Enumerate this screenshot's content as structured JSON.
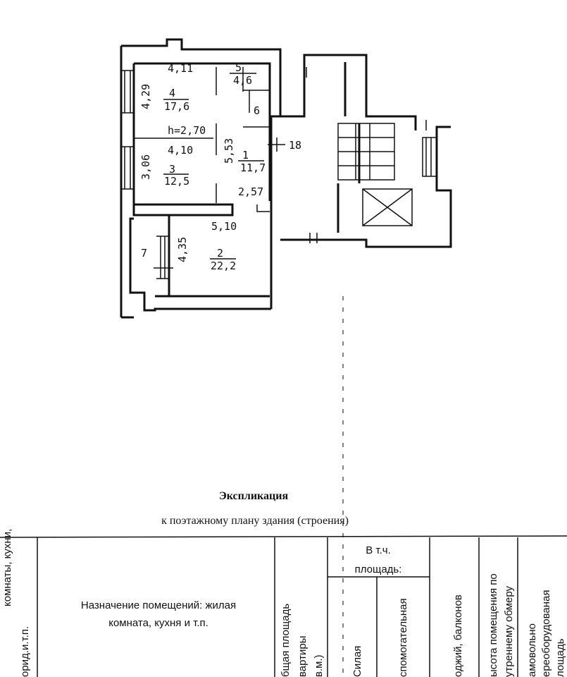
{
  "plan": {
    "height_label": "h=2,70",
    "corridor_label": "18",
    "rooms": [
      {
        "number": "1",
        "area": "11,7"
      },
      {
        "number": "2",
        "area": "22,2"
      },
      {
        "number": "3",
        "area": "12,5"
      },
      {
        "number": "4",
        "area": "17,6"
      },
      {
        "number": "5",
        "area": "4,6"
      },
      {
        "number": "6"
      },
      {
        "number": "7"
      }
    ],
    "dimensions": [
      "4,11",
      "4,29",
      "4,10",
      "3,06",
      "5,53",
      "2,57",
      "5,10",
      "4,35"
    ]
  },
  "explication": {
    "title": "Экспликация",
    "subtitle": "к поэтажному плану здания (строения)",
    "columns": {
      "col0": [
        "комнаты, кухни,",
        "орид.и.т.п."
      ],
      "purpose": [
        "Назначение помещений: жилая",
        "комната, кухня и т.п."
      ],
      "total": [
        "бщая площадь",
        "вартиры",
        "в.м.)"
      ],
      "incl_header": [
        "В т.ч.",
        "площадь:"
      ],
      "living": "Силая",
      "auxiliary": "спомогательная",
      "loggia": "оджий, балконов",
      "height": [
        "ысота помещения по",
        "утреннему обмеру"
      ],
      "illegal": [
        "амовольно",
        "ереоборудованая",
        "лощадь"
      ]
    }
  }
}
